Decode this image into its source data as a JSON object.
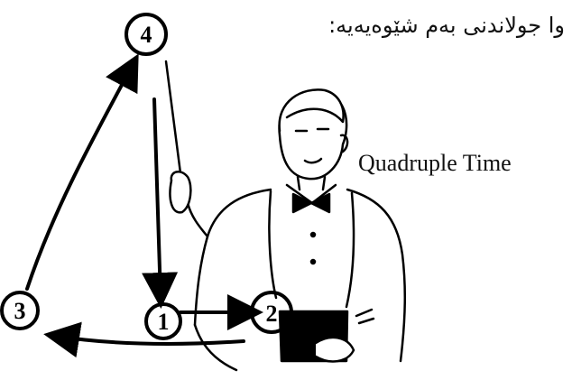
{
  "heading_text": "وا جولاندنی بەم شێوەیەیە:",
  "caption": "Quadruple Time",
  "beats": [
    {
      "id": "beat-1",
      "label": "1"
    },
    {
      "id": "beat-2",
      "label": "2"
    },
    {
      "id": "beat-3",
      "label": "3"
    },
    {
      "id": "beat-4",
      "label": "4"
    }
  ]
}
